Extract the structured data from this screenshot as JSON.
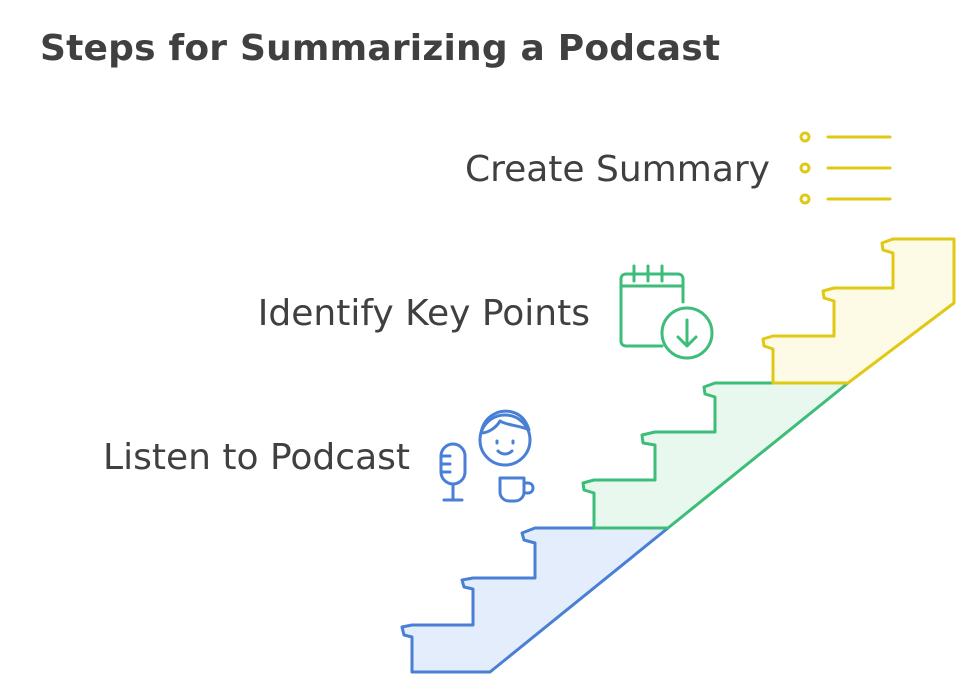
{
  "title": "Steps for Summarizing a Podcast",
  "steps": [
    {
      "label": "Listen to Podcast",
      "color": "#4a7fd6",
      "fill": "#e3edfb",
      "icon": "microphone-icon"
    },
    {
      "label": "Identify Key Points",
      "color": "#3dbd78",
      "fill": "#e8f8ee",
      "icon": "calendar-download-icon"
    },
    {
      "label": "Create Summary",
      "color": "#e0c814",
      "fill": "#fdfbe6",
      "icon": "list-icon"
    }
  ],
  "text_color": "#404040"
}
